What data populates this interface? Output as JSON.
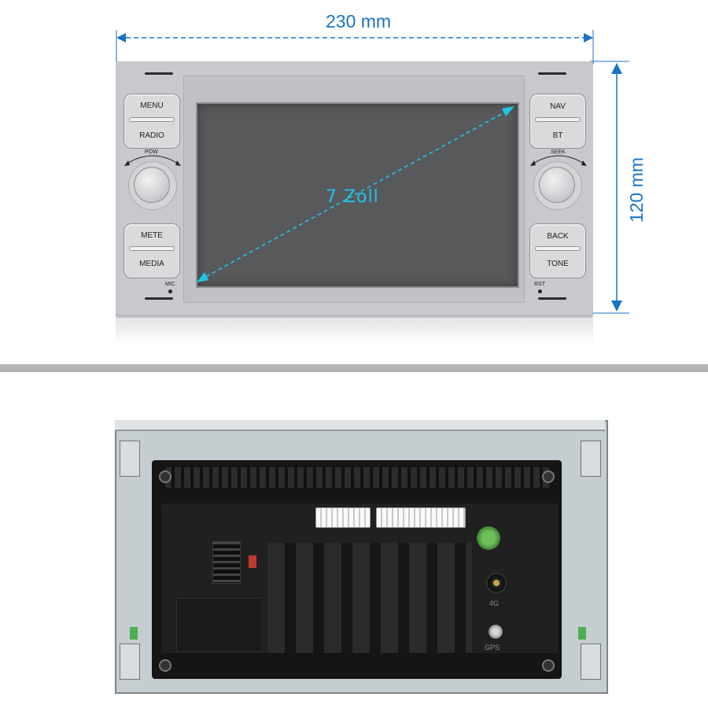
{
  "dimensions": {
    "width_label": "230 mm",
    "height_label": "120 mm",
    "diagonal_label": "7 Zoll"
  },
  "front_panel": {
    "left_buttons": {
      "top_pair": [
        "MENU",
        "RADIO"
      ],
      "knob_label": "POW",
      "bottom_pair": [
        "METE",
        "MEDIA"
      ],
      "mic_label": "MIC"
    },
    "right_buttons": {
      "top_pair": [
        "NAV",
        "BT"
      ],
      "knob_label": "SEEK",
      "bottom_pair": [
        "BACK",
        "TONE"
      ],
      "rst_label": "RST"
    }
  },
  "rear_panel": {
    "port_labels": [
      "4G",
      "GPS"
    ]
  },
  "colors": {
    "dimension_blue": "#1a73c7",
    "diagonal_cyan": "#1ec6e8",
    "divider_grey": "#b4b4b4"
  }
}
